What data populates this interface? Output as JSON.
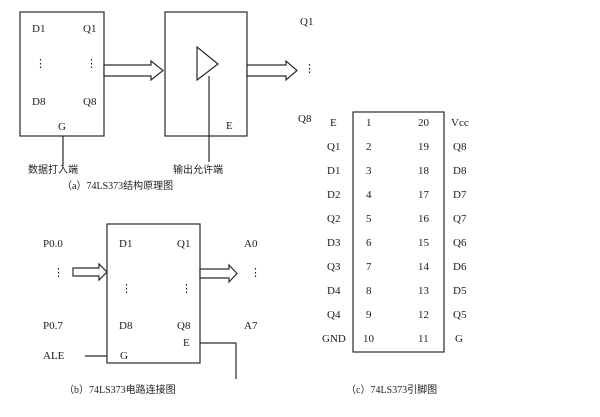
{
  "colors": {
    "line": "#2a2a2a",
    "background": "#ffffff"
  },
  "diagram_a": {
    "latch_labels": {
      "d1": "D1",
      "q1": "Q1",
      "d8": "D8",
      "q8": "Q8",
      "g": "G",
      "dots": "⋮"
    },
    "buffer_label_e": "E",
    "output_labels": {
      "q1": "Q1",
      "q8": "Q8",
      "dots": "⋮"
    },
    "data_input_label": "数据打入端",
    "output_enable_label": "输出允许端",
    "caption": "（a）74LS373结构原理图"
  },
  "diagram_b": {
    "port_labels": {
      "p00": "P0.0",
      "p07": "P0.7",
      "ale": "ALE",
      "dots": "⋮"
    },
    "chip_labels": {
      "d1": "D1",
      "q1": "Q1",
      "d8": "D8",
      "q8": "Q8",
      "g": "G",
      "e": "E",
      "dots": "⋮"
    },
    "address_labels": {
      "a0": "A0",
      "a7": "A7",
      "dots": "⋮"
    },
    "caption": "（b）74LS373电路连接图"
  },
  "diagram_c": {
    "left_pins": [
      {
        "name": "E",
        "number": "1"
      },
      {
        "name": "Q1",
        "number": "2"
      },
      {
        "name": "D1",
        "number": "3"
      },
      {
        "name": "D2",
        "number": "4"
      },
      {
        "name": "Q2",
        "number": "5"
      },
      {
        "name": "D3",
        "number": "6"
      },
      {
        "name": "Q3",
        "number": "7"
      },
      {
        "name": "D4",
        "number": "8"
      },
      {
        "name": "Q4",
        "number": "9"
      },
      {
        "name": "GND",
        "number": "10"
      }
    ],
    "right_pins": [
      {
        "name": "Vcc",
        "number": "20"
      },
      {
        "name": "Q8",
        "number": "19"
      },
      {
        "name": "D8",
        "number": "18"
      },
      {
        "name": "D7",
        "number": "17"
      },
      {
        "name": "Q7",
        "number": "16"
      },
      {
        "name": "Q6",
        "number": "15"
      },
      {
        "name": "D6",
        "number": "14"
      },
      {
        "name": "D5",
        "number": "13"
      },
      {
        "name": "Q5",
        "number": "12"
      },
      {
        "name": "G",
        "number": "11"
      }
    ],
    "caption": "（c）74LS373引脚图"
  }
}
